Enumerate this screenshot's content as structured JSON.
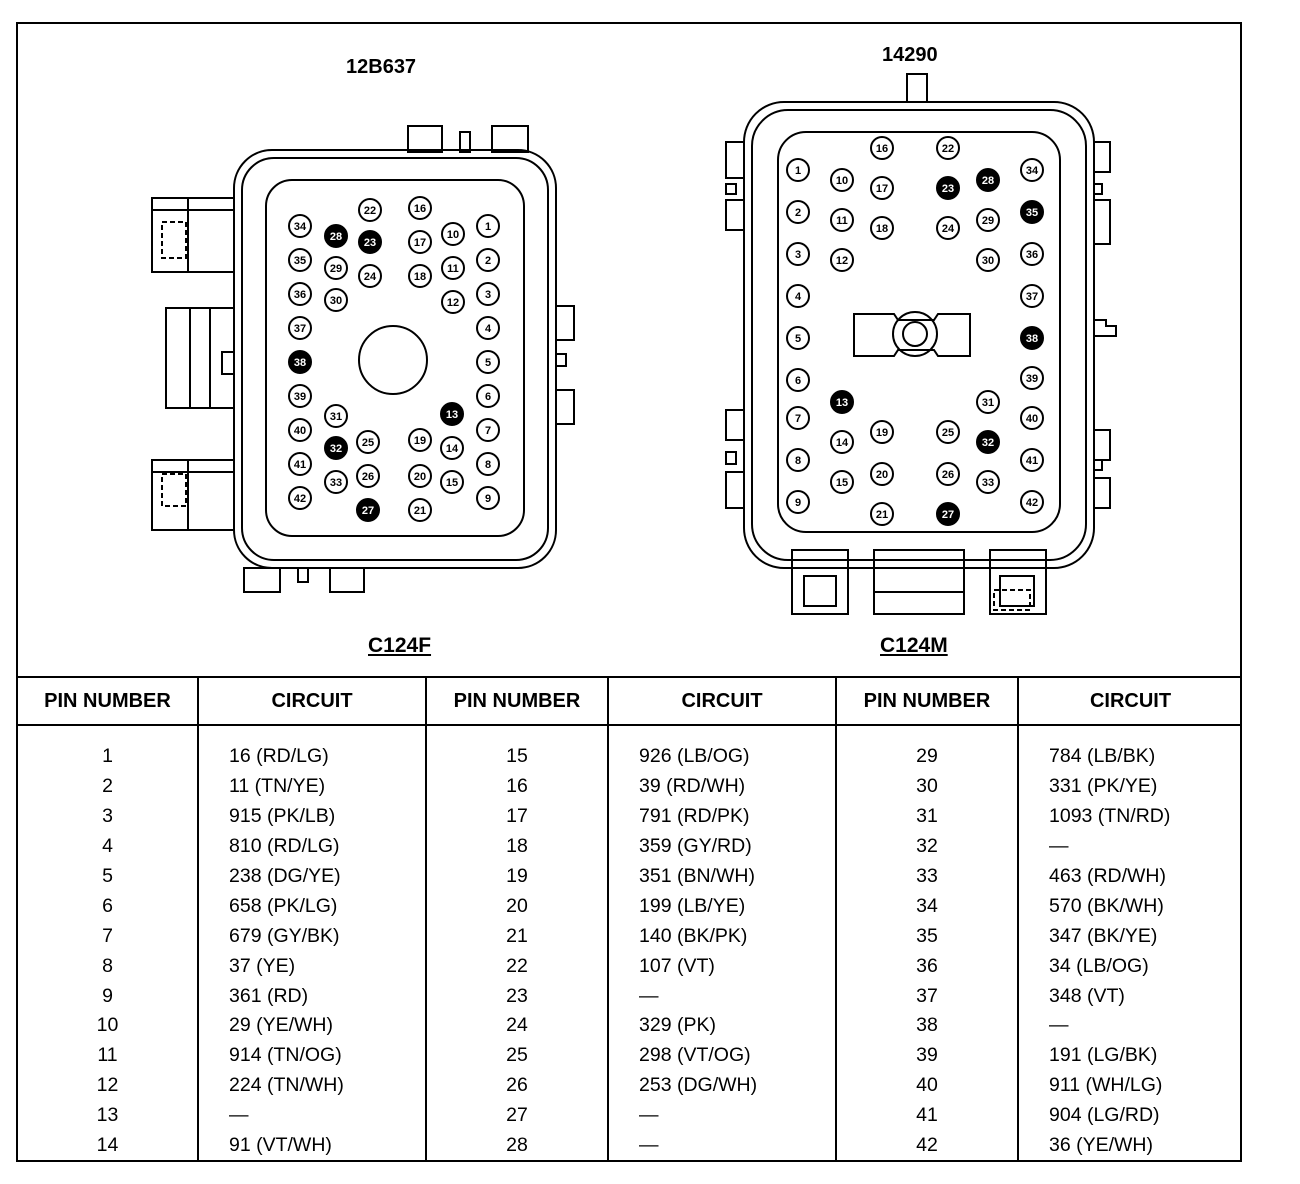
{
  "diagram": {
    "left_connector": {
      "part_number": "12B637",
      "name": "C124F",
      "pins": [
        {
          "n": "1",
          "filled": false
        },
        {
          "n": "2",
          "filled": false
        },
        {
          "n": "3",
          "filled": false
        },
        {
          "n": "4",
          "filled": false
        },
        {
          "n": "5",
          "filled": false
        },
        {
          "n": "6",
          "filled": false
        },
        {
          "n": "7",
          "filled": false
        },
        {
          "n": "8",
          "filled": false
        },
        {
          "n": "9",
          "filled": false
        },
        {
          "n": "10",
          "filled": false
        },
        {
          "n": "11",
          "filled": false
        },
        {
          "n": "12",
          "filled": false
        },
        {
          "n": "13",
          "filled": true
        },
        {
          "n": "14",
          "filled": false
        },
        {
          "n": "15",
          "filled": false
        },
        {
          "n": "16",
          "filled": false
        },
        {
          "n": "17",
          "filled": false
        },
        {
          "n": "18",
          "filled": false
        },
        {
          "n": "19",
          "filled": false
        },
        {
          "n": "20",
          "filled": false
        },
        {
          "n": "21",
          "filled": false
        },
        {
          "n": "22",
          "filled": false
        },
        {
          "n": "23",
          "filled": true
        },
        {
          "n": "24",
          "filled": false
        },
        {
          "n": "25",
          "filled": false
        },
        {
          "n": "26",
          "filled": false
        },
        {
          "n": "27",
          "filled": true
        },
        {
          "n": "28",
          "filled": true
        },
        {
          "n": "29",
          "filled": false
        },
        {
          "n": "30",
          "filled": false
        },
        {
          "n": "31",
          "filled": false
        },
        {
          "n": "32",
          "filled": true
        },
        {
          "n": "33",
          "filled": false
        },
        {
          "n": "34",
          "filled": false
        },
        {
          "n": "35",
          "filled": false
        },
        {
          "n": "36",
          "filled": false
        },
        {
          "n": "37",
          "filled": false
        },
        {
          "n": "38",
          "filled": true
        },
        {
          "n": "39",
          "filled": false
        },
        {
          "n": "40",
          "filled": false
        },
        {
          "n": "41",
          "filled": false
        },
        {
          "n": "42",
          "filled": false
        }
      ]
    },
    "right_connector": {
      "part_number": "14290",
      "name": "C124M",
      "pins": [
        {
          "n": "1",
          "filled": false
        },
        {
          "n": "2",
          "filled": false
        },
        {
          "n": "3",
          "filled": false
        },
        {
          "n": "4",
          "filled": false
        },
        {
          "n": "5",
          "filled": false
        },
        {
          "n": "6",
          "filled": false
        },
        {
          "n": "7",
          "filled": false
        },
        {
          "n": "8",
          "filled": false
        },
        {
          "n": "9",
          "filled": false
        },
        {
          "n": "10",
          "filled": false
        },
        {
          "n": "11",
          "filled": false
        },
        {
          "n": "12",
          "filled": false
        },
        {
          "n": "13",
          "filled": true
        },
        {
          "n": "14",
          "filled": false
        },
        {
          "n": "15",
          "filled": false
        },
        {
          "n": "16",
          "filled": false
        },
        {
          "n": "17",
          "filled": false
        },
        {
          "n": "18",
          "filled": false
        },
        {
          "n": "19",
          "filled": false
        },
        {
          "n": "20",
          "filled": false
        },
        {
          "n": "21",
          "filled": false
        },
        {
          "n": "22",
          "filled": false
        },
        {
          "n": "23",
          "filled": true
        },
        {
          "n": "24",
          "filled": false
        },
        {
          "n": "25",
          "filled": false
        },
        {
          "n": "26",
          "filled": false
        },
        {
          "n": "27",
          "filled": true
        },
        {
          "n": "28",
          "filled": true
        },
        {
          "n": "29",
          "filled": false
        },
        {
          "n": "30",
          "filled": false
        },
        {
          "n": "31",
          "filled": false
        },
        {
          "n": "32",
          "filled": true
        },
        {
          "n": "33",
          "filled": false
        },
        {
          "n": "34",
          "filled": false
        },
        {
          "n": "35",
          "filled": true
        },
        {
          "n": "36",
          "filled": false
        },
        {
          "n": "37",
          "filled": false
        },
        {
          "n": "38",
          "filled": true
        },
        {
          "n": "39",
          "filled": false
        },
        {
          "n": "40",
          "filled": false
        },
        {
          "n": "41",
          "filled": false
        },
        {
          "n": "42",
          "filled": false
        }
      ]
    }
  },
  "table": {
    "headers": [
      "PIN NUMBER",
      "CIRCUIT",
      "PIN NUMBER",
      "CIRCUIT",
      "PIN NUMBER",
      "CIRCUIT"
    ],
    "rows": [
      [
        "1",
        "16 (RD/LG)",
        "15",
        "926 (LB/OG)",
        "29",
        "784 (LB/BK)"
      ],
      [
        "2",
        "11 (TN/YE)",
        "16",
        "39 (RD/WH)",
        "30",
        "331 (PK/YE)"
      ],
      [
        "3",
        "915 (PK/LB)",
        "17",
        "791 (RD/PK)",
        "31",
        "1093 (TN/RD)"
      ],
      [
        "4",
        "810 (RD/LG)",
        "18",
        "359 (GY/RD)",
        "32",
        "—"
      ],
      [
        "5",
        "238 (DG/YE)",
        "19",
        "351 (BN/WH)",
        "33",
        "463 (RD/WH)"
      ],
      [
        "6",
        "658 (PK/LG)",
        "20",
        "199 (LB/YE)",
        "34",
        "570 (BK/WH)"
      ],
      [
        "7",
        "679 (GY/BK)",
        "21",
        "140 (BK/PK)",
        "35",
        "347 (BK/YE)"
      ],
      [
        "8",
        "37 (YE)",
        "22",
        "107 (VT)",
        "36",
        "34 (LB/OG)"
      ],
      [
        "9",
        "361 (RD)",
        "23",
        "—",
        "37",
        "348 (VT)"
      ],
      [
        "10",
        "29 (YE/WH)",
        "24",
        "329 (PK)",
        "38",
        "—"
      ],
      [
        "11",
        "914 (TN/OG)",
        "25",
        "298 (VT/OG)",
        "39",
        "191 (LG/BK)"
      ],
      [
        "12",
        "224 (TN/WH)",
        "26",
        "253 (DG/WH)",
        "40",
        "911 (WH/LG)"
      ],
      [
        "13",
        "—",
        "27",
        "—",
        "41",
        "904 (LG/RD)"
      ],
      [
        "14",
        "91 (VT/WH)",
        "28",
        "—",
        "42",
        "36 (YE/WH)"
      ]
    ]
  }
}
